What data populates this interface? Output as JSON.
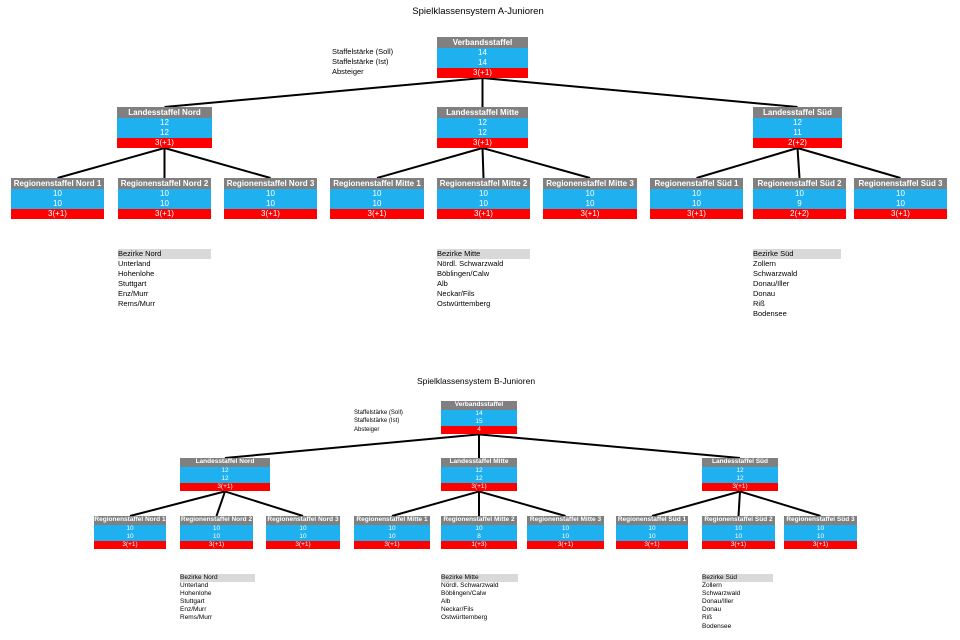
{
  "colors": {
    "header": "#808080",
    "blue": "#1fb0f0",
    "red": "#ff0000",
    "line": "#000000",
    "district_header": "#d9d9d9"
  },
  "diagrams": [
    {
      "title": "Spielklassensystem A-Junioren",
      "legend": [
        "Staffelstärke (Soll)",
        "Staffelstärke (Ist)",
        "Absteiger"
      ],
      "top": {
        "name": "Verbandsstaffel",
        "soll": "14",
        "ist": "14",
        "absteiger": "3(+1)"
      },
      "landes": [
        {
          "name": "Landesstaffel Nord",
          "soll": "12",
          "ist": "12",
          "absteiger": "3(+1)",
          "regional": [
            {
              "name": "Regionenstaffel Nord 1",
              "soll": "10",
              "ist": "10",
              "absteiger": "3(+1)"
            },
            {
              "name": "Regionenstaffel Nord 2",
              "soll": "10",
              "ist": "10",
              "absteiger": "3(+1)"
            },
            {
              "name": "Regionenstaffel Nord 3",
              "soll": "10",
              "ist": "10",
              "absteiger": "3(+1)"
            }
          ],
          "bezirke": {
            "title": "Bezirke Nord",
            "items": [
              "Unterland",
              "Hohenlohe",
              "Stuttgart",
              "Enz/Murr",
              "Rems/Murr"
            ]
          }
        },
        {
          "name": "Landesstaffel Mitte",
          "soll": "12",
          "ist": "12",
          "absteiger": "3(+1)",
          "regional": [
            {
              "name": "Regionenstaffel Mitte 1",
              "soll": "10",
              "ist": "10",
              "absteiger": "3(+1)"
            },
            {
              "name": "Regionenstaffel Mitte 2",
              "soll": "10",
              "ist": "10",
              "absteiger": "3(+1)"
            },
            {
              "name": "Regionenstaffel Mitte 3",
              "soll": "10",
              "ist": "10",
              "absteiger": "3(+1)"
            }
          ],
          "bezirke": {
            "title": "Bezirke Mitte",
            "items": [
              "Nördl. Schwarzwald",
              "Böblingen/Calw",
              "Alb",
              "Neckar/Fils",
              "Ostwürttemberg"
            ]
          }
        },
        {
          "name": "Landesstaffel Süd",
          "soll": "12",
          "ist": "11",
          "absteiger": "2(+2)",
          "regional": [
            {
              "name": "Regionenstaffel Süd 1",
              "soll": "10",
              "ist": "10",
              "absteiger": "3(+1)"
            },
            {
              "name": "Regionenstaffel Süd 2",
              "soll": "10",
              "ist": "9",
              "absteiger": "2(+2)"
            },
            {
              "name": "Regionenstaffel Süd 3",
              "soll": "10",
              "ist": "10",
              "absteiger": "3(+1)"
            }
          ],
          "bezirke": {
            "title": "Bezirke Süd",
            "items": [
              "Zollern",
              "Schwarzwald",
              "Donau/Iller",
              "Donau",
              "Riß",
              "Bodensee"
            ]
          }
        }
      ]
    },
    {
      "title": "Spielklassensystem B-Junioren",
      "legend": [
        "Staffelstärke (Soll)",
        "Staffelstärke (Ist)",
        "Absteiger"
      ],
      "top": {
        "name": "Verbandsstaffel",
        "soll": "14",
        "ist": "15",
        "absteiger": "4"
      },
      "landes": [
        {
          "name": "Landesstaffel Nord",
          "soll": "12",
          "ist": "12",
          "absteiger": "3(+1)",
          "regional": [
            {
              "name": "Regionenstaffel Nord 1",
              "soll": "10",
              "ist": "10",
              "absteiger": "3(+1)"
            },
            {
              "name": "Regionenstaffel Nord 2",
              "soll": "10",
              "ist": "10",
              "absteiger": "3(+1)"
            },
            {
              "name": "Regionenstaffel Nord 3",
              "soll": "10",
              "ist": "10",
              "absteiger": "3(+1)"
            }
          ],
          "bezirke": {
            "title": "Bezirke Nord",
            "items": [
              "Unterland",
              "Hohenlohe",
              "Stuttgart",
              "Enz/Murr",
              "Rems/Murr"
            ]
          }
        },
        {
          "name": "Landesstaffel Mitte",
          "soll": "12",
          "ist": "12",
          "absteiger": "3(+1)",
          "regional": [
            {
              "name": "Regionenstaffel Mitte 1",
              "soll": "10",
              "ist": "10",
              "absteiger": "3(+1)"
            },
            {
              "name": "Regionenstaffel Mitte 2",
              "soll": "10",
              "ist": "8",
              "absteiger": "1(+3)"
            },
            {
              "name": "Regionenstaffel Mitte 3",
              "soll": "10",
              "ist": "10",
              "absteiger": "3(+1)"
            }
          ],
          "bezirke": {
            "title": "Bezirke Mitte",
            "items": [
              "Nördl. Schwarzwald",
              "Böblingen/Calw",
              "Alb",
              "Neckar/Fils",
              "Ostwürttemberg"
            ]
          }
        },
        {
          "name": "Landesstaffel Süd",
          "soll": "12",
          "ist": "12",
          "absteiger": "3(+1)",
          "regional": [
            {
              "name": "Regionenstaffel Süd 1",
              "soll": "10",
              "ist": "10",
              "absteiger": "3(+1)"
            },
            {
              "name": "Regionenstaffel Süd 2",
              "soll": "10",
              "ist": "10",
              "absteiger": "3(+1)"
            },
            {
              "name": "Regionenstaffel Süd 3",
              "soll": "10",
              "ist": "10",
              "absteiger": "3(+1)"
            }
          ],
          "bezirke": {
            "title": "Bezirke Süd",
            "items": [
              "Zollern",
              "Schwarzwald",
              "Donau/Iller",
              "Donau",
              "Riß",
              "Bodensee"
            ]
          }
        }
      ]
    }
  ]
}
